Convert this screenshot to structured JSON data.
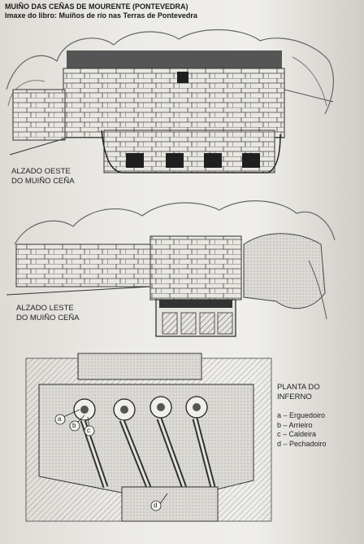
{
  "header": {
    "title": "MUIÑO DAS CEÑAS DE MOURENTE (PONTEVEDRA)",
    "subtitle": "Imaxe do libro: Muíños de río nas Terras de Pontevedra"
  },
  "drawings": {
    "west_elevation": {
      "line1": "ALZADO OESTE",
      "line2": "DO MUIÑO CEÑA"
    },
    "east_elevation": {
      "line1": "ALZADO LESTE",
      "line2": "DO MUIÑO CEÑA"
    },
    "plan": {
      "title_line1": "PLANTA DO",
      "title_line2": "INFERNO",
      "legend": [
        "a – Erguedoiro",
        "b – Arrieiro",
        "c – Caldeira",
        "d – Pechadoiro"
      ],
      "callouts": [
        "a",
        "b",
        "c",
        "d"
      ]
    }
  }
}
